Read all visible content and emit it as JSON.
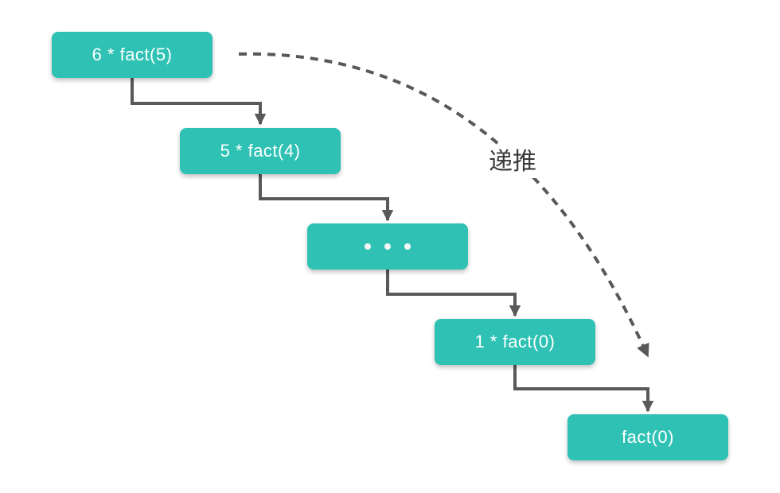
{
  "diagram": {
    "nodes": [
      {
        "id": 1,
        "label": "6 * fact(5)"
      },
      {
        "id": 2,
        "label": "5 * fact(4)"
      },
      {
        "id": 3,
        "label": "",
        "icon": "ellipsis-dots"
      },
      {
        "id": 4,
        "label": "1 * fact(0)"
      },
      {
        "id": 5,
        "label": "fact(0)"
      }
    ],
    "connectors": [
      {
        "from": 1,
        "to": 2,
        "style": "solid-elbow"
      },
      {
        "from": 2,
        "to": 3,
        "style": "solid-elbow"
      },
      {
        "from": 3,
        "to": 4,
        "style": "solid-elbow"
      },
      {
        "from": 4,
        "to": 5,
        "style": "solid-elbow"
      }
    ],
    "dashed_arrow": {
      "label": "递推",
      "from": 1,
      "to": 5,
      "style": "dashed-curve"
    },
    "colors": {
      "node_fill": "#2fc2b4",
      "node_text": "#ffffff",
      "connector": "#595959",
      "label_text": "#3a3a3a",
      "background": "#ffffff"
    }
  }
}
